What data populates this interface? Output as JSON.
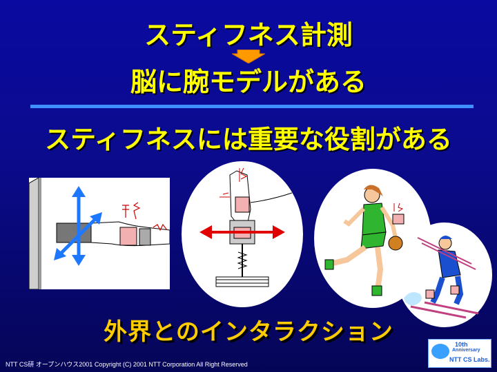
{
  "slide": {
    "title_line1": "スティフネス計測",
    "title_line2": "脳に腕モデルがある",
    "subtitle": "スティフネスには重要な役割がある",
    "bottom_caption": "外界とのインタラクション",
    "footer": "NTT CS研 オープンハウス2001  Copyright (C) 2001 NTT Corporation All Right  Reserved",
    "colors": {
      "background": "#0a0aa0",
      "title": "#ffff00",
      "caption": "#ffcc00",
      "rule": "#3f8fff",
      "arrow": "#ff9900"
    }
  },
  "badge": {
    "line1": "10th",
    "line2": "Anniversary",
    "line3": "NTT CS Labs."
  },
  "illustrations": {
    "panel1_icon": "arm-pushing-wall-icon",
    "panel2_icon": "hand-grip-apparatus-icon",
    "panel3_icon": "basketball-runner-icon",
    "panel4_icon": "skier-icon"
  }
}
